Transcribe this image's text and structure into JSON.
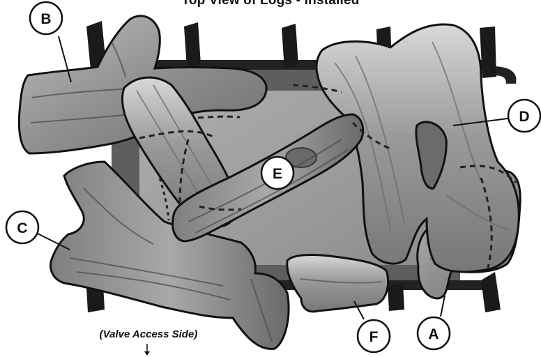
{
  "title": "Top View of Logs - Installed",
  "valve_side_label": "(Valve Access Side)",
  "callouts": [
    {
      "id": "A",
      "label": "A"
    },
    {
      "id": "B",
      "label": "B"
    },
    {
      "id": "C",
      "label": "C"
    },
    {
      "id": "D",
      "label": "D"
    },
    {
      "id": "E",
      "label": "E"
    },
    {
      "id": "F",
      "label": "F"
    }
  ]
}
